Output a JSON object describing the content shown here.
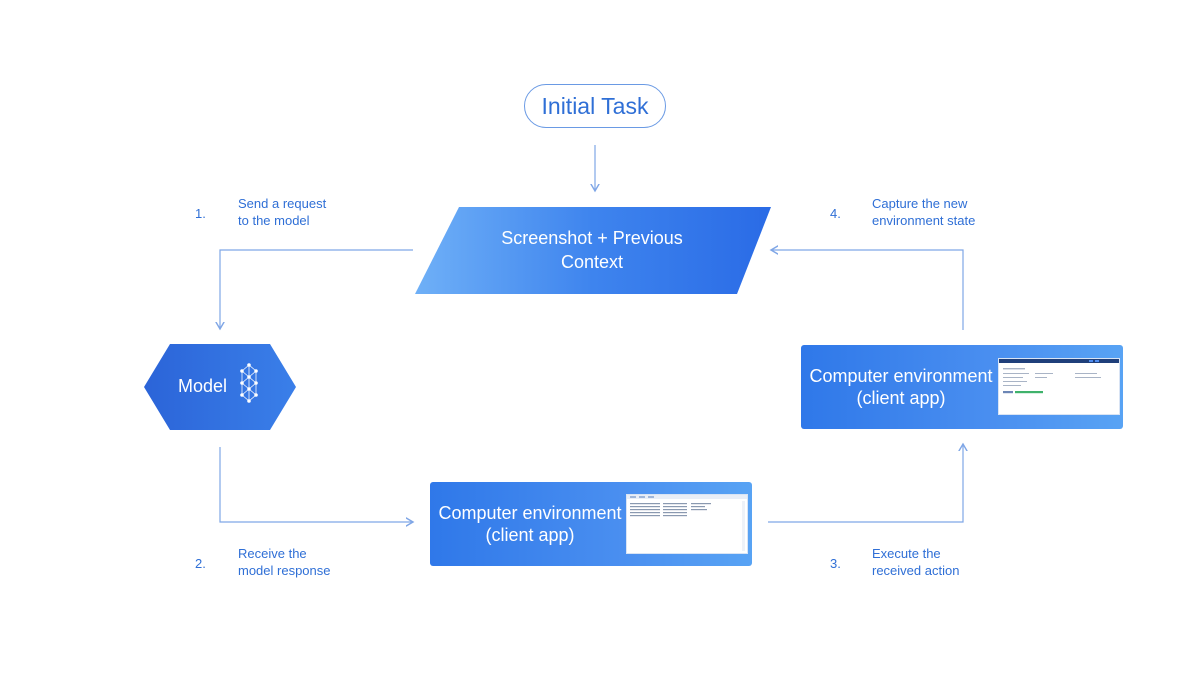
{
  "initial_task": "Initial Task",
  "context_box": {
    "line1": "Screenshot + Previous",
    "line2": "Context"
  },
  "model": {
    "label": "Model",
    "icon": "neural-network-icon"
  },
  "env_bottom": {
    "line1": "Computer environment",
    "line2": "(client app)"
  },
  "env_right": {
    "line1": "Computer environment",
    "line2": "(client app)"
  },
  "steps": [
    {
      "num": "1.",
      "line1": "Send a request",
      "line2": "to the model"
    },
    {
      "num": "2.",
      "line1": "Receive the",
      "line2": "model response"
    },
    {
      "num": "3.",
      "line1": "Execute the",
      "line2": "received action"
    },
    {
      "num": "4.",
      "line1": "Capture the new",
      "line2": "environment state"
    }
  ],
  "colors": {
    "accent": "#2f6fd6",
    "line": "#7fa6e6",
    "box_start": "#2f78e9",
    "box_end": "#58a3f4"
  }
}
